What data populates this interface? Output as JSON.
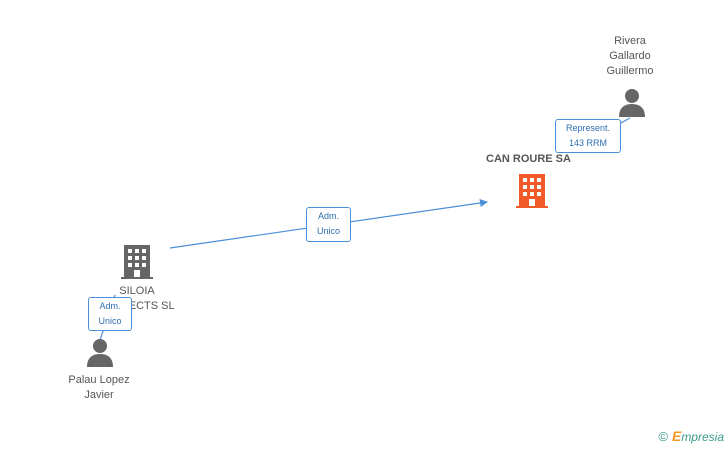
{
  "colors": {
    "edge": "#4a90d9",
    "building_main": "#f05a28",
    "building_other": "#666666",
    "person": "#666666",
    "badge_border": "#4a90d9",
    "badge_text": "#2f6fb3"
  },
  "nodes": {
    "main_company": {
      "label": "CAN ROURE SA",
      "icon": "building-icon"
    },
    "company_siloia": {
      "label": "SILOIA\nPROJECTS SL",
      "icon": "building-icon"
    },
    "person_rivera": {
      "label": "Rivera\nGallardo\nGuillermo",
      "icon": "person-icon"
    },
    "person_palau": {
      "label": "Palau Lopez\nJavier",
      "icon": "person-icon"
    }
  },
  "edges": {
    "siloia_to_main": {
      "line1": "Adm.",
      "line2": "Unico"
    },
    "rivera_to_main": {
      "line1": "Represent.",
      "line2": "143 RRM"
    },
    "palau_to_siloia": {
      "line1": "Adm.",
      "line2": "Unico"
    }
  },
  "brand": {
    "copyright": "©",
    "initial": "E",
    "name": "mpresia"
  }
}
